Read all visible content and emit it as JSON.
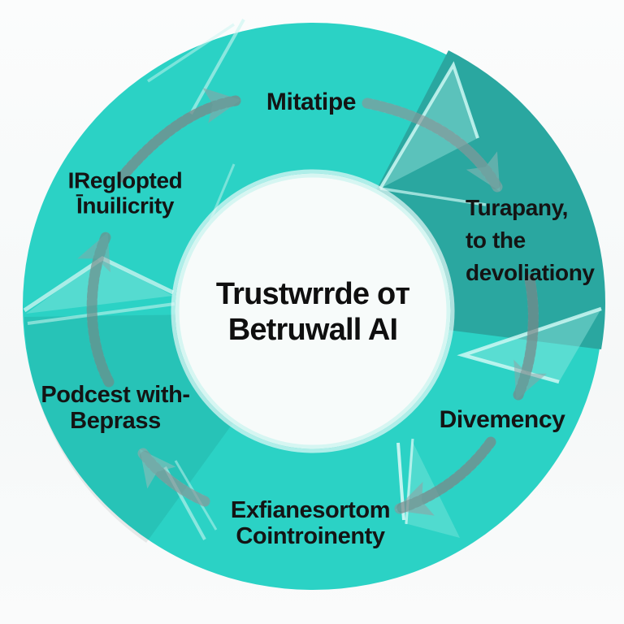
{
  "diagram": {
    "type": "circular-cycle-diagram",
    "center": {
      "line1": "Trustwrrde oт",
      "line2": "Betruwall AI"
    },
    "labels": {
      "top": {
        "line1": "Mitatipe"
      },
      "upper_right": {
        "line1": "Turapany,",
        "line2": "to the",
        "line3": "devoliationy"
      },
      "lower_right": {
        "line1": "Divemency"
      },
      "bottom": {
        "line1": "Exfianesortom",
        "line2": "Cointroinenty"
      },
      "lower_left": {
        "line1": "Podcest with-",
        "line2": "Beprass"
      },
      "upper_left": {
        "line1": "IReglopted",
        "line2": "Īnuilicrity"
      }
    },
    "arrows": [
      "top-left-to-top",
      "top-to-upper-right",
      "upper-right-to-lower-right",
      "lower-right-to-bottom",
      "bottom-to-lower-left",
      "lower-left-to-upper-left"
    ],
    "flow_direction": "clockwise",
    "colors": {
      "ring_teal": "#2bd2c5",
      "ring_dark_teal": "#2aa7a0",
      "facet_highlight": "#cdf8f3",
      "inner_circle": "#f7fbfa",
      "inner_ring": "#d6f6f2",
      "arrow_gray": "#8a989a",
      "text": "#141414",
      "background": "#f8fafa"
    }
  }
}
